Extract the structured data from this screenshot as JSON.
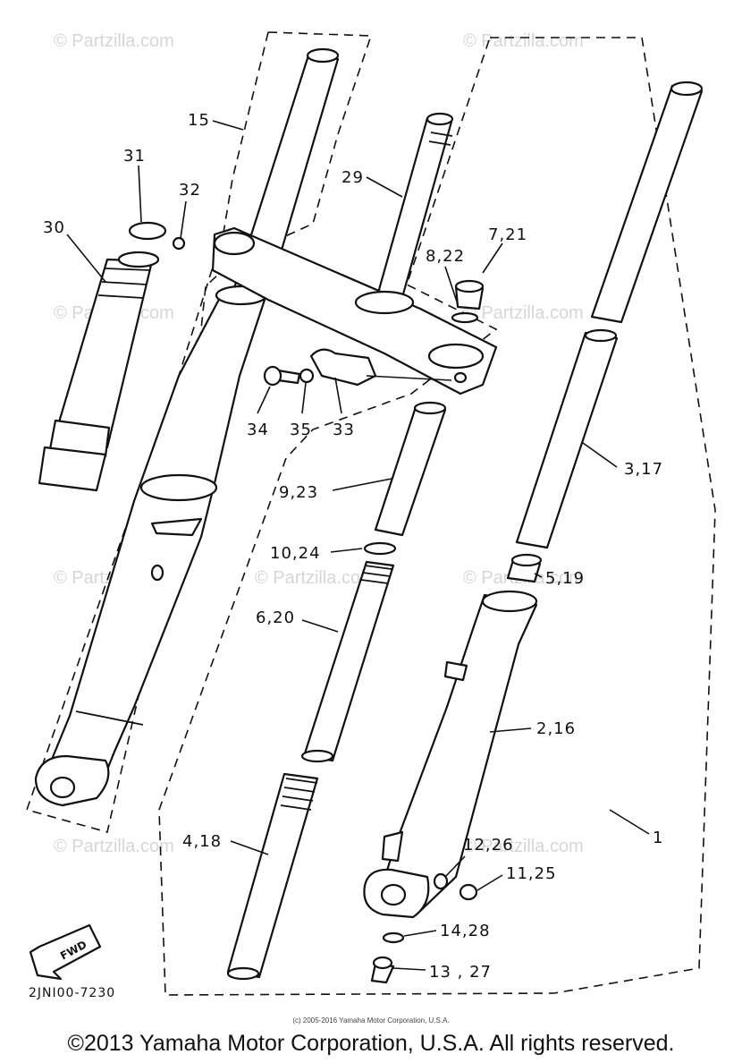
{
  "watermarks": [
    "© Partzilla.com",
    "© Partzilla.com",
    "© Partzilla.com",
    "© Partzilla.com",
    "© Partzilla.com",
    "© Partzilla.com",
    "© Partzilla.com",
    "© Partzilla.com",
    "© Partzilla.com"
  ],
  "callouts": {
    "c15": "15",
    "c31": "31",
    "c32": "32",
    "c30": "30",
    "c29": "29",
    "c7_21": "7,21",
    "c8_22": "8,22",
    "c34": "34",
    "c35": "35",
    "c33": "33",
    "c3_17": "3,17",
    "c9_23": "9,23",
    "c10_24": "10,24",
    "c5_19": "5,19",
    "c6_20": "6,20",
    "c2_16": "2,16",
    "c1": "1",
    "c4_18": "4,18",
    "c12_26": "12,26",
    "c11_25": "11,25",
    "c14_28": "14,28",
    "c13_27": "13 , 27"
  },
  "fwd_label": "FWD",
  "diagram_code": "2JNI00-7230",
  "small_copyright": "(c) 2005-2016 Yamaha Motor Corporation, U.S.A.",
  "copyright": "©2013 Yamaha Motor Corporation, U.S.A. All rights reserved."
}
